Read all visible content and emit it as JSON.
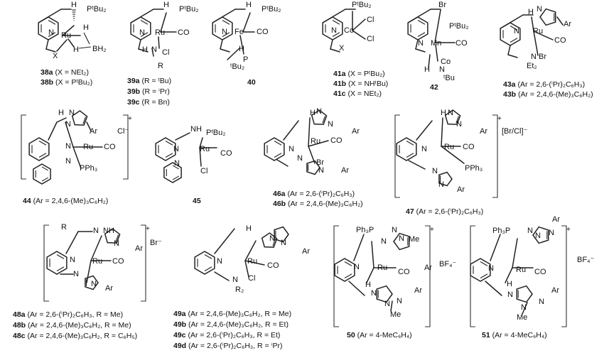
{
  "compounds": [
    {
      "id": "c38",
      "captions": [
        {
          "label": "38a",
          "text": "(X = NEt₂)"
        },
        {
          "label": "38b",
          "text": "(X = PᵗBu₂)"
        }
      ]
    },
    {
      "id": "c39",
      "captions": [
        {
          "label": "39a",
          "text": "(R = ᵗBu)"
        },
        {
          "label": "39b",
          "text": "(R = ⁱPr)"
        },
        {
          "label": "39c",
          "text": "(R = Bn)"
        }
      ]
    },
    {
      "id": "c40",
      "captions": [
        {
          "label": "40",
          "text": ""
        }
      ]
    },
    {
      "id": "c41",
      "captions": [
        {
          "label": "41a",
          "text": "(X = PᵗBu₂)"
        },
        {
          "label": "41b",
          "text": "(X = NHᵗBu)"
        },
        {
          "label": "41c",
          "text": "(X = NEt₂)"
        }
      ]
    },
    {
      "id": "c42",
      "captions": [
        {
          "label": "42",
          "text": ""
        }
      ]
    },
    {
      "id": "c43",
      "captions": [
        {
          "label": "43a",
          "text": "(Ar = 2,6-(ⁱPr)₂C₆H₃)"
        },
        {
          "label": "43b",
          "text": "(Ar = 2,4,6-(Me)₃C₆H₂)"
        }
      ]
    },
    {
      "id": "c44",
      "captions": [
        {
          "label": "44",
          "text": "(Ar = 2,4,6-(Me)₃C₆H₂)"
        }
      ]
    },
    {
      "id": "c45",
      "captions": [
        {
          "label": "45",
          "text": ""
        }
      ]
    },
    {
      "id": "c46",
      "captions": [
        {
          "label": "46a",
          "text": "(Ar = 2,6-(ⁱPr)₂C₆H₃)"
        },
        {
          "label": "46b",
          "text": "(Ar = 2,4,6-(Me)₃C₆H₂)"
        }
      ]
    },
    {
      "id": "c47",
      "captions": [
        {
          "label": "47",
          "text": "(Ar = 2,6-(ⁱPr)₂C₆H₃)"
        }
      ]
    },
    {
      "id": "c48",
      "captions": [
        {
          "label": "48a",
          "text": "(Ar = 2,6-(ⁱPr)₂C₆H₃, R = Me)"
        },
        {
          "label": "48b",
          "text": "(Ar = 2,4,6-(Me)₃C₆H₂, R = Me)"
        },
        {
          "label": "48c",
          "text": "(Ar = 2,4,6-(Me)₃C₆H₂, R = C₆H₅)"
        }
      ]
    },
    {
      "id": "c49",
      "captions": [
        {
          "label": "49a",
          "text": "(Ar = 2,4,6-(Me)₃C₆H₂, R = Me)"
        },
        {
          "label": "49b",
          "text": "(Ar = 2,4,6-(Me)₃C₆H₂, R = Et)"
        },
        {
          "label": "49c",
          "text": "(Ar = 2,6-(ⁱPr)₂C₆H₃, R = Et)"
        },
        {
          "label": "49d",
          "text": "(Ar = 2,6-(ⁱPr)₂C₆H₃, R = ⁱPr)"
        }
      ]
    },
    {
      "id": "c50",
      "captions": [
        {
          "label": "50",
          "text": "(Ar = 4-MeC₆H₄)"
        }
      ]
    },
    {
      "id": "c51",
      "captions": [
        {
          "label": "51",
          "text": "(Ar = 4-MeC₆H₄)"
        }
      ]
    }
  ],
  "atom_labels": {
    "c38": [
      "H",
      "PᵗBu₂",
      "N",
      "Ru",
      "H",
      "H",
      "BH₂",
      "X"
    ],
    "c39": [
      "H",
      "PᵗBu₂",
      "N",
      "Ru",
      "CO",
      "Cl",
      "N",
      "H",
      "R"
    ],
    "c40": [
      "H",
      "PᵗBu₂",
      "N",
      "Fe",
      "CO",
      "H",
      "P",
      "ᵗBu₂"
    ],
    "c41": [
      "PᵗBu₂",
      "N",
      "Co",
      "Cl",
      "Cl",
      "X"
    ],
    "c42": [
      "Br",
      "PᵗBu₂",
      "N",
      "Mn",
      "CO",
      "Co",
      "N",
      "H",
      "ᵗBu"
    ],
    "c43": [
      "H",
      "N",
      "Ar",
      "N",
      "Ru",
      "CO",
      "Br",
      "N",
      "Et₂"
    ],
    "c44": [
      "H",
      "N",
      "N",
      "Ar",
      "Cl⁻",
      "N",
      "Ru",
      "CO",
      "N",
      "PPh₃"
    ],
    "c45": [
      "NH",
      "PᵗBu₂",
      "N",
      "Ru",
      "CO",
      "N",
      "Cl"
    ],
    "c46": [
      "H",
      "N",
      "N",
      "Ar",
      "N",
      "Ru",
      "CO",
      "Br",
      "N",
      "N",
      "Ar"
    ],
    "c47": [
      "H",
      "N",
      "N",
      "Ar",
      "[Br/Cl]⁻",
      "N",
      "Ru",
      "CO",
      "PPh₃",
      "N",
      "N",
      "Ar"
    ],
    "c48": [
      "R",
      "N",
      "NH",
      "N",
      "Ar",
      "Br⁻",
      "N",
      "Ru",
      "CO",
      "N",
      "N",
      "Ar"
    ],
    "c49": [
      "H",
      "N",
      "N",
      "Ar",
      "N",
      "Ru",
      "CO",
      "Cl",
      "N",
      "R₂"
    ],
    "c50": [
      "Ph₃P",
      "N",
      "N",
      "N",
      "Me",
      "Ar",
      "BF₄⁻",
      "N",
      "Ru",
      "CO",
      "H",
      "N",
      "N",
      "N",
      "Ar",
      "Me"
    ],
    "c51": [
      "Ph₃P",
      "N",
      "N",
      "N",
      "Ar",
      "BF₄⁻",
      "N",
      "Ru",
      "CO",
      "H",
      "N",
      "N",
      "N",
      "Ar",
      "Me"
    ]
  },
  "charges": {
    "c44": "+",
    "c47": "+",
    "c48": "+",
    "c50": "+",
    "c51": "+"
  }
}
